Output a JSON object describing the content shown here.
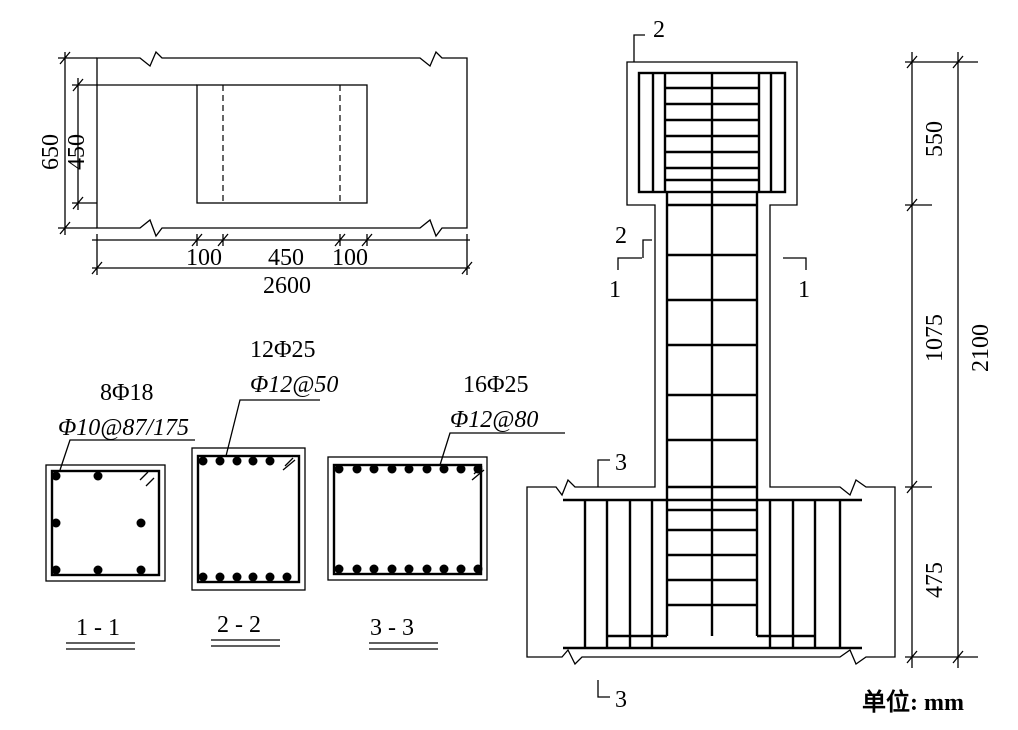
{
  "plan": {
    "dim_650": "650",
    "dim_450_v": "450",
    "dim_100_left": "100",
    "dim_450_h": "450",
    "dim_100_right": "100",
    "dim_2600": "2600"
  },
  "sections": [
    {
      "title": "1 - 1",
      "bars": "8Φ18",
      "stirrups": "Φ10@87/175"
    },
    {
      "title": "2 - 2",
      "bars": "12Φ25",
      "stirrups": "Φ12@50"
    },
    {
      "title": "3 - 3",
      "bars": "16Φ25",
      "stirrups": "Φ12@80"
    }
  ],
  "elevation": {
    "cut2": "2",
    "cut1": "1",
    "cut3": "3",
    "dim_550": "550",
    "dim_1075": "1075",
    "dim_475": "475",
    "dim_2100": "2100",
    "unit": "单位: mm"
  }
}
